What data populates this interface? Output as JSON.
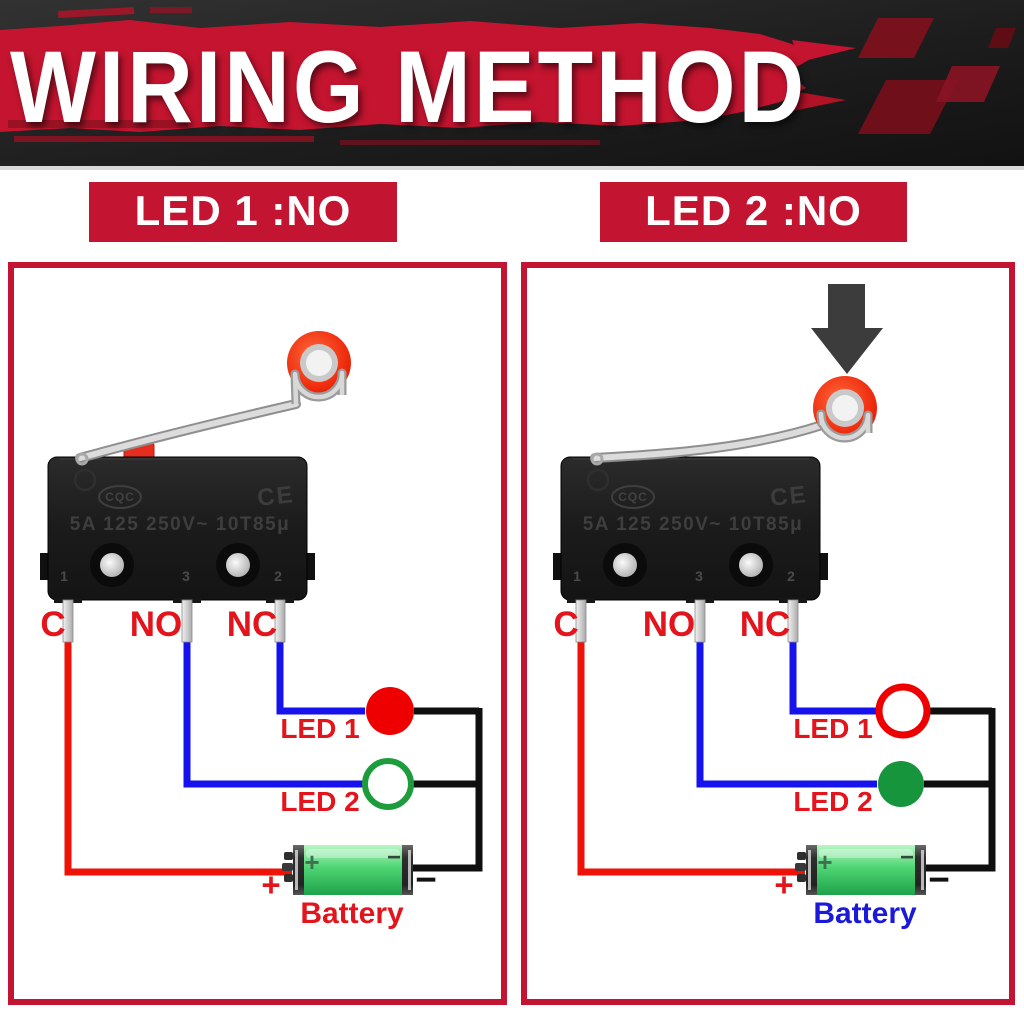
{
  "header": {
    "title": "WIRING METHOD"
  },
  "colors": {
    "accent_crimson": "#c31432",
    "brush_red": "#c4142f",
    "wire_red": "#ee1209",
    "wire_blue": "#1512ee",
    "wire_black": "#0f0f0f",
    "led_red": "#ee0000",
    "led_green": "#17953d",
    "led_off_white": "#ffffff",
    "label_red": "#e3141c",
    "battery_label_blue": "#1a1ad8",
    "press_arrow_gray": "#3c3c3c"
  },
  "panels": [
    {
      "label": "LED 1 :NO",
      "switch": {
        "cqc": "CQC",
        "ce": "CE",
        "rating": "5A 125 250V~ 10T85μ",
        "pin_numbers": [
          "1",
          "3",
          "2"
        ]
      },
      "terminals": {
        "c": "C",
        "no": "NO",
        "nc": "NC"
      },
      "led1": {
        "label": "LED 1",
        "fill": "#ee0000",
        "ring": "#ee0000",
        "ring_width": "0"
      },
      "led2": {
        "label": "LED 2",
        "fill": "#ffffff",
        "ring": "#1c9c3c",
        "ring_width": "6"
      },
      "battery": {
        "label": "Battery",
        "label_color": "#e3141c",
        "plus": "+",
        "minus": "−",
        "terminal_plus": "+",
        "terminal_minus": "−"
      }
    },
    {
      "label": "LED 2 :NO",
      "switch": {
        "cqc": "CQC",
        "ce": "CE",
        "rating": "5A 125 250V~ 10T85μ",
        "pin_numbers": [
          "1",
          "3",
          "2"
        ]
      },
      "terminals": {
        "c": "C",
        "no": "NO",
        "nc": "NC"
      },
      "led1": {
        "label": "LED 1",
        "fill": "#ffffff",
        "ring": "#ee0000",
        "ring_width": "7"
      },
      "led2": {
        "label": "LED 2",
        "fill": "#17953d",
        "ring": "#17953d",
        "ring_width": "0"
      },
      "battery": {
        "label": "Battery",
        "label_color": "#1a1ad8",
        "plus": "+",
        "minus": "−",
        "terminal_plus": "+",
        "terminal_minus": "−"
      }
    }
  ]
}
